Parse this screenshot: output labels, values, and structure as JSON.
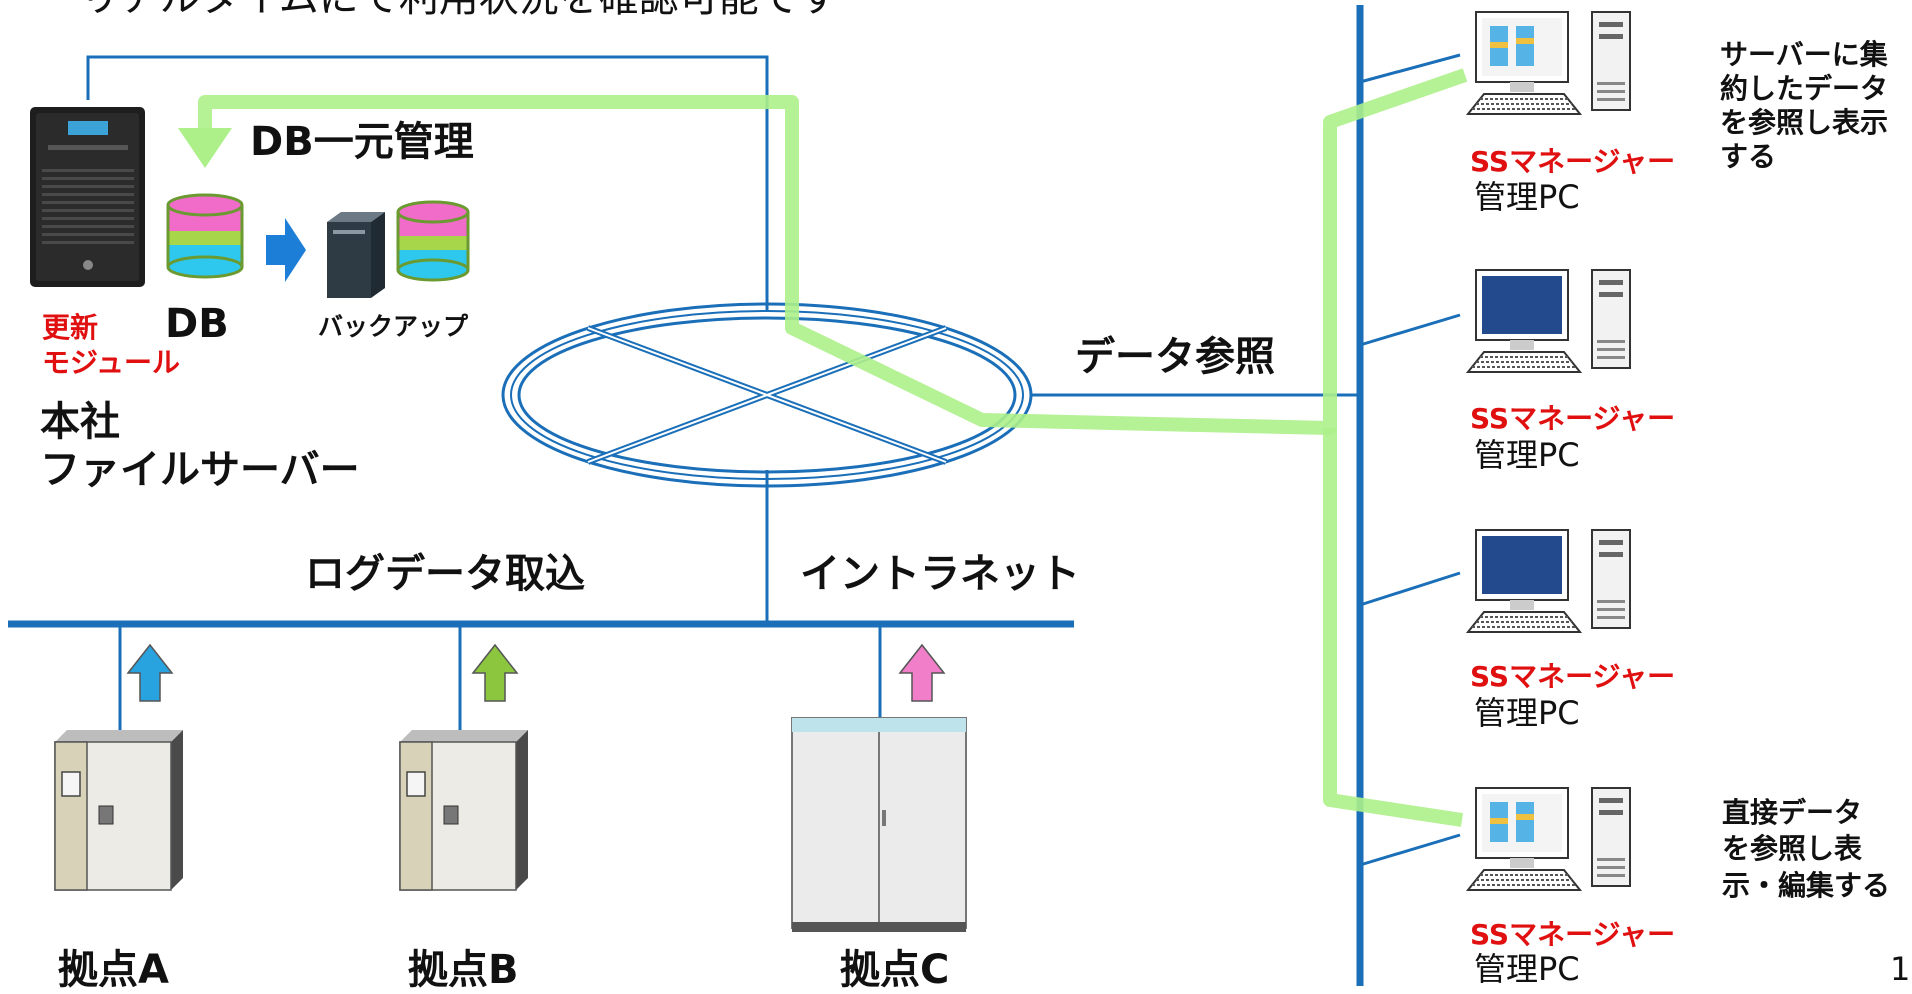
{
  "header": {
    "title": "リアルタイムにて利用状況を確認可能です"
  },
  "head_office": {
    "management_label": "DB一元管理",
    "db_label": "DB",
    "backup_label": "バックアップ",
    "update_module_label": "更新\nモジュール",
    "server_label": "本社\nファイルサーバー"
  },
  "network": {
    "data_reference_label": "データ参照",
    "log_import_label": "ログデータ取込",
    "intranet_label": "イントラネット"
  },
  "sites": [
    {
      "label": "拠点A",
      "arrow_color": "#29a3e0"
    },
    {
      "label": "拠点B",
      "arrow_color": "#8cc63f"
    },
    {
      "label": "拠点C",
      "arrow_color": "#f07ec8"
    }
  ],
  "pcs": [
    {
      "name": "SSマネージャー",
      "label": "管理PC"
    },
    {
      "name": "SSマネージャー",
      "label": "管理PC"
    },
    {
      "name": "SSマネージャー",
      "label": "管理PC"
    },
    {
      "name": "SSマネージャー",
      "label": "管理PC"
    }
  ],
  "notes": {
    "server_note": "サーバーに集\n約したデータ\nを参照し表示\nする",
    "direct_note": "直接データ\nを参照し表\n示・編集する"
  },
  "page_number": "1",
  "colors": {
    "network_line": "#1a6fb8",
    "flow_path": "#adf08a",
    "accent_red": "#e01010",
    "db_pink": "#f06cc8",
    "db_cyan": "#2ec8ef",
    "db_green": "#a8d64a"
  }
}
